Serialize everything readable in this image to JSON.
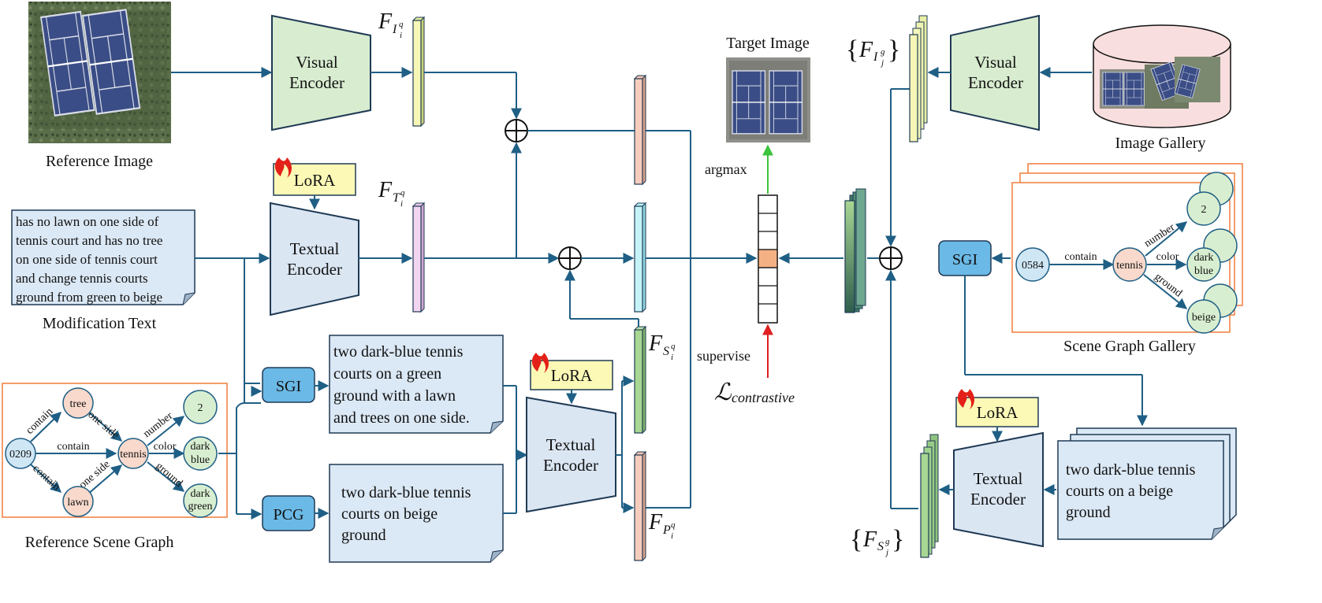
{
  "colors": {
    "flow_line": "#1f5f85",
    "encoder_fill_visual": "#d8ecd0",
    "encoder_fill_textual": "#dbe6f3",
    "lora_fill": "#fcf9b6",
    "sgi_fill": "#6bb9e6",
    "text_box_fill": "#dbe8f5",
    "graph_border": "#f07d3a",
    "node_light_green": "#d8eed0",
    "node_peach": "#f8d9cb",
    "node_light_blue": "#cfe6f5",
    "arrow_green": "#3cc43c",
    "arrow_red": "#e02020",
    "highlight_cell": "#f4b183"
  },
  "labels": {
    "reference_image": "Reference Image",
    "modification_text_caption": "Modification Text",
    "reference_scene_graph": "Reference Scene Graph",
    "target_image": "Target Image",
    "image_gallery": "Image Gallery",
    "scene_graph_gallery": "Scene Graph Gallery",
    "argmax": "argmax",
    "supervise": "supervise"
  },
  "blocks": {
    "visual_encoder_line1": "Visual",
    "visual_encoder_line2": "Encoder",
    "textual_encoder_line1": "Textual",
    "textual_encoder_line2": "Encoder",
    "lora": "LoRA",
    "sgi": "SGI",
    "pcg": "PCG"
  },
  "texts": {
    "modification_text": [
      "has no lawn on one side of",
      "tennis court and has no tree",
      "on one side of tennis court",
      "and change tennis courts",
      "ground from green to beige"
    ],
    "sgi_caption_query": [
      "two dark-blue tennis",
      "courts on a green",
      "ground with a lawn",
      "and trees on one side."
    ],
    "pcg_caption_query": [
      "two dark-blue tennis",
      "courts on beige",
      "ground"
    ],
    "gallery_caption": [
      "two dark-blue tennis",
      "courts on a beige",
      "ground"
    ]
  },
  "math": {
    "F": "F",
    "I_q_sub": "I",
    "T_q_sub": "T",
    "S_q_sub": "S",
    "P_q_sub": "P",
    "sub_i": "i",
    "sub_j": "j",
    "sup_q": "q",
    "sup_g": "g",
    "brace_open": "{",
    "brace_close": "}",
    "loss_L": "ℒ",
    "loss_sub": "contrastive"
  },
  "reference_graph": {
    "nodes": [
      "0209",
      "tree",
      "tennis",
      "lawn",
      "2",
      "dark blue",
      "dark green"
    ],
    "node_lines": {
      "dark_blue": [
        "dark",
        "blue"
      ],
      "dark_green": [
        "dark",
        "green"
      ]
    },
    "edges": [
      "contain",
      "one side",
      "contain",
      "contain",
      "one side",
      "number",
      "color",
      "ground"
    ]
  },
  "gallery_graph": {
    "nodes": [
      "0584",
      "tennis",
      "2",
      "dark blue",
      "beige"
    ],
    "node_lines": {
      "dark_blue": [
        "dark",
        "blue"
      ]
    },
    "edges": [
      "contain",
      "number",
      "color",
      "ground"
    ]
  }
}
